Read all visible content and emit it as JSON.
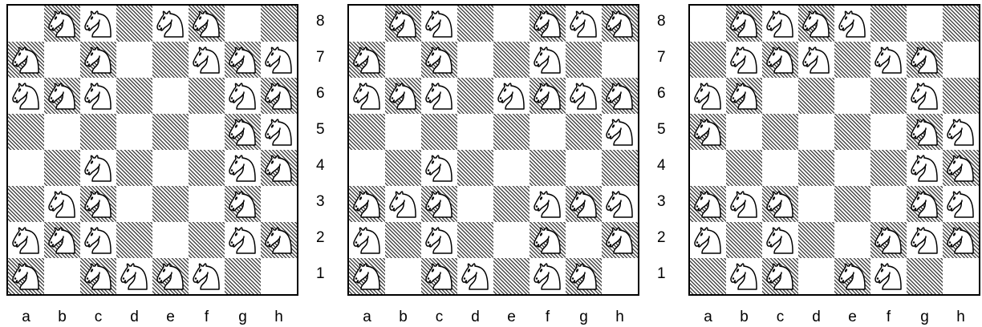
{
  "files": [
    "a",
    "b",
    "c",
    "d",
    "e",
    "f",
    "g",
    "h"
  ],
  "ranks": [
    "8",
    "7",
    "6",
    "5",
    "4",
    "3",
    "2",
    "1"
  ],
  "piece_icon": "white-knight-icon",
  "colors": {
    "line": "#000000",
    "light_square": "#ffffff",
    "dark_hatch": "#4a4a4a"
  },
  "boards": [
    {
      "name": "diagram-1",
      "knights": [
        "b8",
        "c8",
        "e8",
        "f8",
        "a7",
        "c7",
        "f7",
        "g7",
        "h7",
        "a6",
        "b6",
        "c6",
        "g6",
        "h6",
        "g5",
        "h5",
        "c4",
        "g4",
        "h4",
        "b3",
        "c3",
        "g3",
        "a2",
        "b2",
        "c2",
        "g2",
        "h2",
        "a1",
        "c1",
        "d1",
        "e1",
        "f1"
      ]
    },
    {
      "name": "diagram-2",
      "knights": [
        "b8",
        "c8",
        "f8",
        "g8",
        "h8",
        "a7",
        "c7",
        "f7",
        "a6",
        "b6",
        "c6",
        "e6",
        "f6",
        "g6",
        "h6",
        "h5",
        "c4",
        "a3",
        "b3",
        "c3",
        "f3",
        "g3",
        "h3",
        "a2",
        "c2",
        "f2",
        "h2",
        "a1",
        "c1",
        "d1",
        "f1",
        "g1"
      ]
    },
    {
      "name": "diagram-3",
      "knights": [
        "b8",
        "c8",
        "d8",
        "e8",
        "b7",
        "c7",
        "d7",
        "f7",
        "g7",
        "a6",
        "b6",
        "g6",
        "a5",
        "g5",
        "h5",
        "g4",
        "h4",
        "a3",
        "b3",
        "c3",
        "g3",
        "h3",
        "a2",
        "c2",
        "f2",
        "g2",
        "h2",
        "b1",
        "c1",
        "e1",
        "f1"
      ]
    }
  ]
}
